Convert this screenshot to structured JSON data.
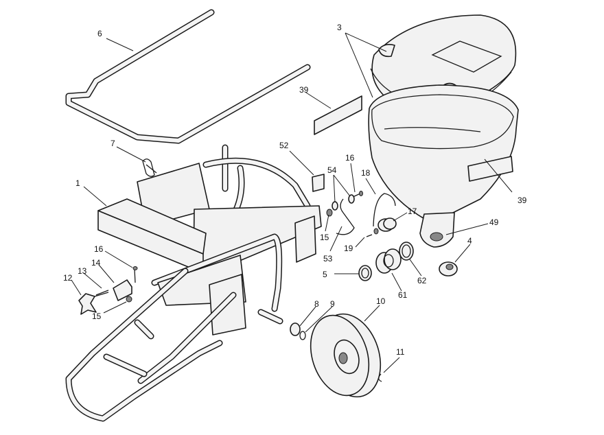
{
  "callouts": [
    {
      "id": "c-6",
      "label": "6"
    },
    {
      "id": "c-3",
      "label": "3"
    },
    {
      "id": "c-39a",
      "label": "39"
    },
    {
      "id": "c-39b",
      "label": "39"
    },
    {
      "id": "c-7",
      "label": "7"
    },
    {
      "id": "c-52",
      "label": "52"
    },
    {
      "id": "c-16a",
      "label": "16"
    },
    {
      "id": "c-54",
      "label": "54"
    },
    {
      "id": "c-18",
      "label": "18"
    },
    {
      "id": "c-1",
      "label": "1"
    },
    {
      "id": "c-15a",
      "label": "15"
    },
    {
      "id": "c-53",
      "label": "53"
    },
    {
      "id": "c-17",
      "label": "17"
    },
    {
      "id": "c-49",
      "label": "49"
    },
    {
      "id": "c-19",
      "label": "19"
    },
    {
      "id": "c-4",
      "label": "4"
    },
    {
      "id": "c-16b",
      "label": "16"
    },
    {
      "id": "c-14",
      "label": "14"
    },
    {
      "id": "c-13",
      "label": "13"
    },
    {
      "id": "c-12",
      "label": "12"
    },
    {
      "id": "c-5",
      "label": "5"
    },
    {
      "id": "c-62",
      "label": "62"
    },
    {
      "id": "c-61",
      "label": "61"
    },
    {
      "id": "c-15b",
      "label": "15"
    },
    {
      "id": "c-8",
      "label": "8"
    },
    {
      "id": "c-9",
      "label": "9"
    },
    {
      "id": "c-10",
      "label": "10"
    },
    {
      "id": "c-11",
      "label": "11"
    }
  ],
  "colors": {
    "line": "#1a1a1a",
    "fill": "#f2f2f2",
    "background": "#ffffff"
  }
}
